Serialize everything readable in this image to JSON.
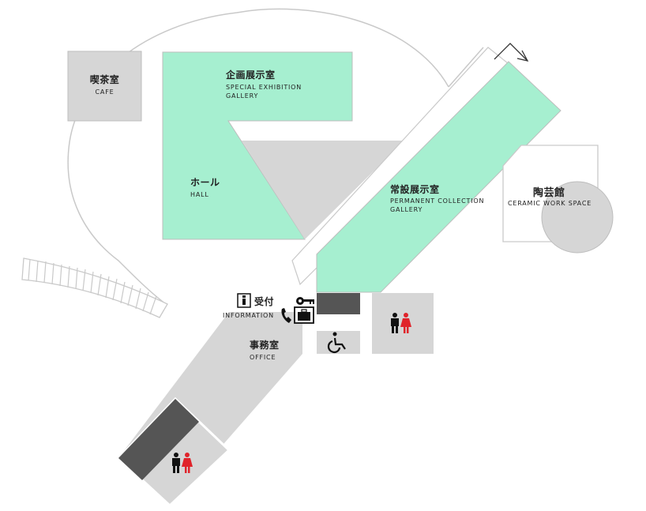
{
  "rooms": {
    "cafe": {
      "jp": "喫茶室",
      "en": "CAFE"
    },
    "special": {
      "jp": "企画展示室",
      "en_line1": "SPECIAL EXHIBITION",
      "en_line2": "GALLERY"
    },
    "hall": {
      "jp": "ホール",
      "en": "HALL"
    },
    "permanent": {
      "jp": "常設展示室",
      "en_line1": "PERMANENT COLLECTION",
      "en_line2": "GALLERY"
    },
    "ceramic": {
      "jp": "陶芸館",
      "en": "CERAMIC WORK SPACE"
    },
    "information": {
      "jp": "受付",
      "en": "INFORMATION",
      "icon_letter": "i"
    },
    "office": {
      "jp": "事務室",
      "en": "OFFICE"
    }
  },
  "icons": [
    "entrance-arrow-icon",
    "info-icon",
    "key-icon",
    "phone-icon",
    "locker-icon",
    "wheelchair-icon",
    "restroom-icon"
  ],
  "colors": {
    "gallery": "#a6efd0",
    "room": "#d6d6d6",
    "dark": "#555555",
    "restroom_female": "#e0232a",
    "outline": "#c9c9c9"
  }
}
